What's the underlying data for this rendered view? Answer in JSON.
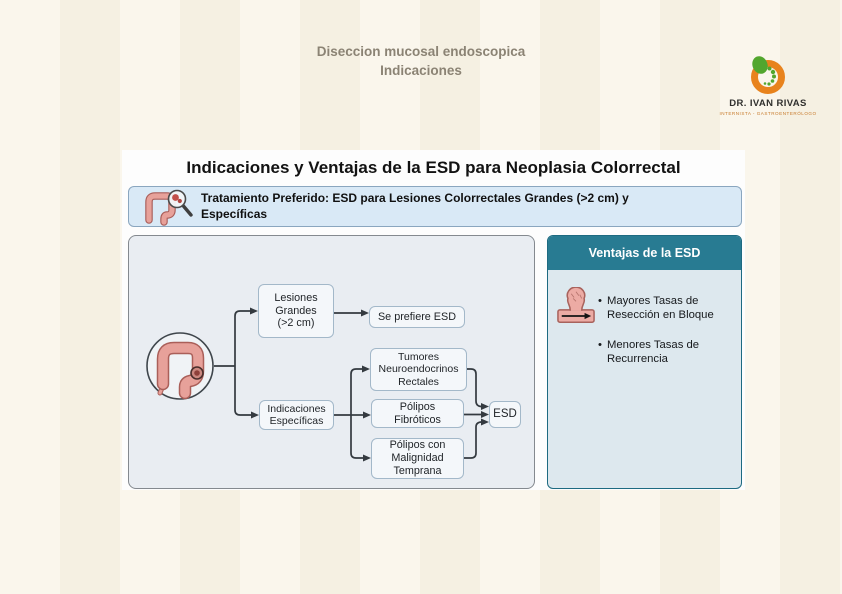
{
  "colors": {
    "background_cream": "#f8f4e9",
    "teal_header": "#287b92",
    "banner_blue": "#d9e9f6",
    "flow_panel_gray": "#e9edf2",
    "brand_orange": "#e8831d",
    "brand_green": "#52a62e",
    "colon_pink": "#e7a19a"
  },
  "slide_title": {
    "line1": "Diseccion mucosal endoscopica",
    "line2": "Indicaciones"
  },
  "logo": {
    "name": "DR. IVAN RIVAS",
    "subtitle": "INTERNISTA - GASTROENTERÓLOGO"
  },
  "panel": {
    "title": "Indicaciones y Ventajas de la ESD para Neoplasia Colorrectal",
    "banner_text": "Tratamiento Preferido: ESD para Lesiones Colorrectales Grandes (>2 cm) y\nEspecíficas"
  },
  "flowchart": {
    "lesiones_grandes": "Lesiones\nGrandes\n(>2 cm)",
    "se_prefiere_esd": "Se prefiere ESD",
    "indicaciones_especificas": "Indicaciones\nEspecíficas",
    "tumores_neuroendocrinos": "Tumores\nNeuroendocrinos\nRectales",
    "polipos_fibroticos": "Pólipos\nFibróticos",
    "polipos_malignidad": "Pólipos con\nMalignidad\nTemprana",
    "esd": "ESD"
  },
  "advantages": {
    "header": "Ventajas de la ESD",
    "bullets": [
      "Mayores Tasas de\nResección en Bloque",
      "Menores Tasas de\nRecurrencia"
    ],
    "bullet_glyph": "•"
  }
}
